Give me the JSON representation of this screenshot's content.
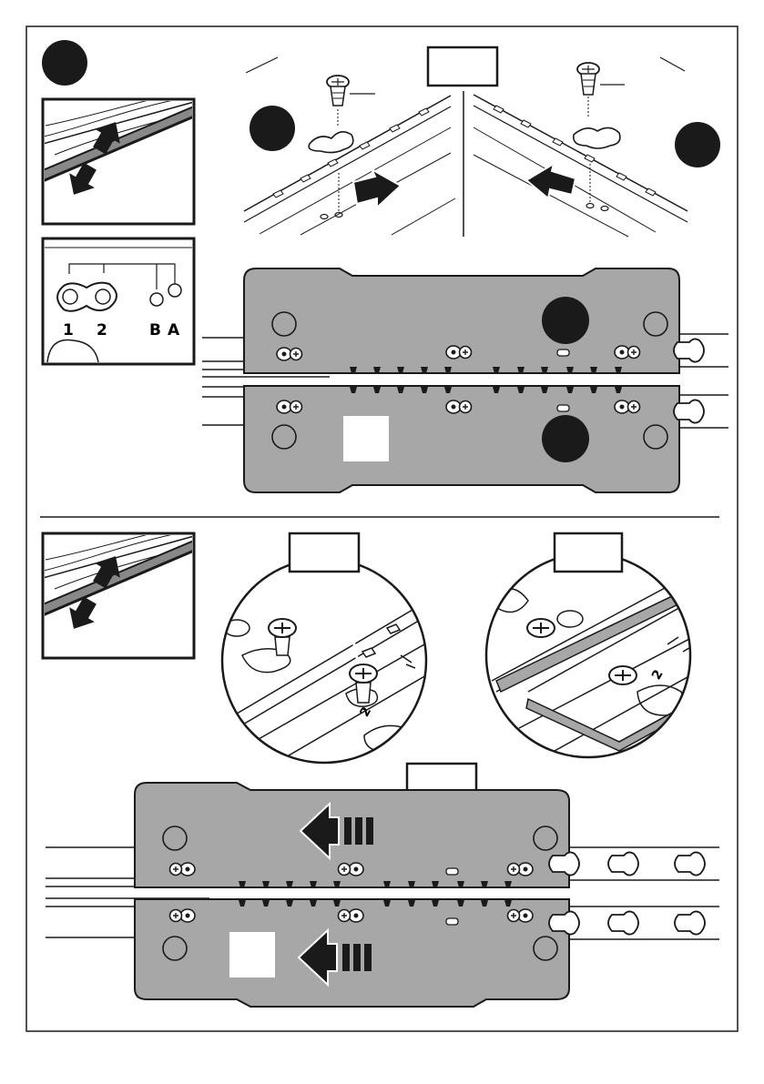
{
  "legend": {
    "hole_numbers": [
      "1",
      "2"
    ],
    "hole_letters": [
      "B",
      "A"
    ]
  },
  "colors": {
    "plate": "#a7a7a7",
    "ink": "#1a1a1a",
    "step_marker": "#1a1a1a",
    "background": "#ffffff"
  },
  "icons": [
    "clamp-arrows-icon",
    "screw-icon",
    "push-arrow-icon",
    "keyhole-slot-icon"
  ]
}
